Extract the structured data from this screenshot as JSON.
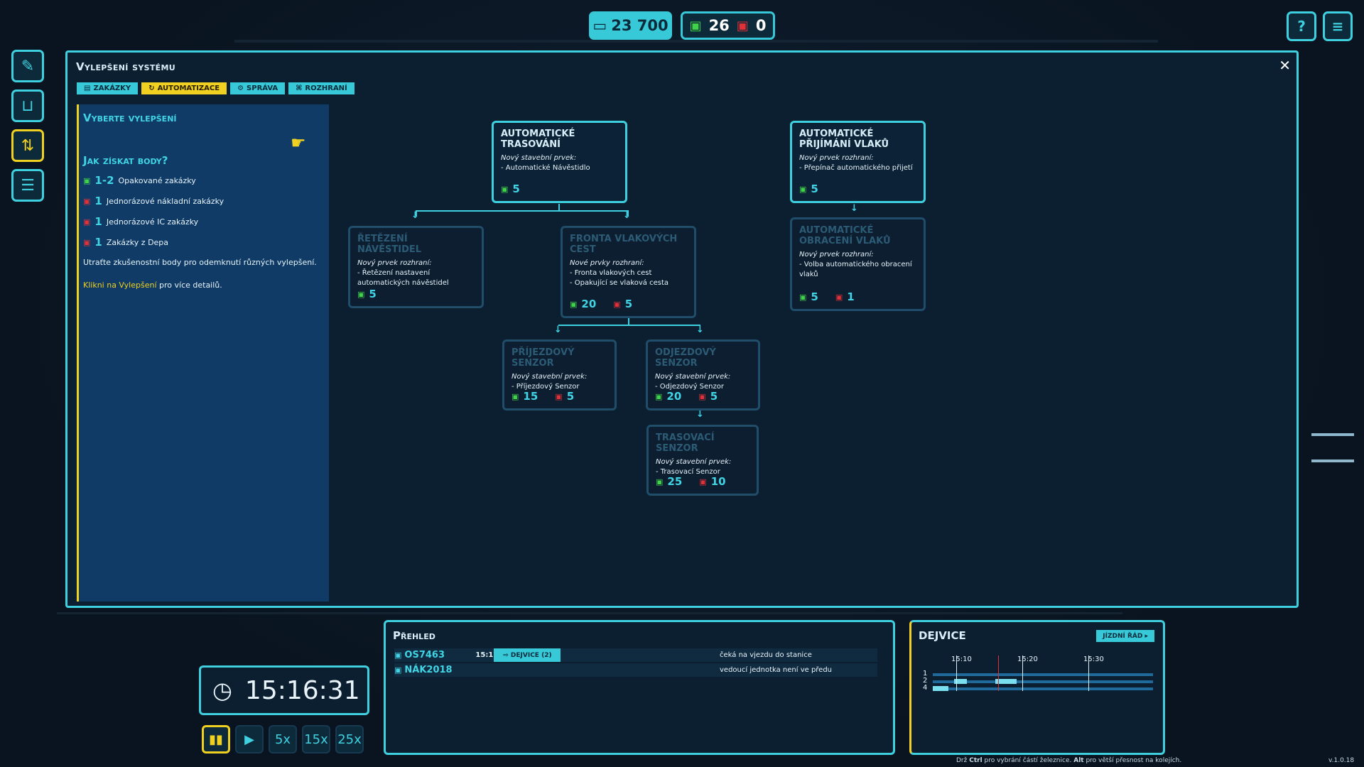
{
  "top": {
    "money": "23 700",
    "trains_green": "26",
    "trains_red": "0"
  },
  "top_buttons": [
    {
      "label": "?"
    },
    {
      "label": "≡"
    }
  ],
  "panel": {
    "title": "Vylepšení systému",
    "close": "✕",
    "tabs": [
      {
        "label": "Zakázky"
      },
      {
        "label": "Automatizace"
      },
      {
        "label": "Správa"
      },
      {
        "label": "Rozhraní"
      }
    ],
    "selected_tab": "Automatizace"
  },
  "info": {
    "heading": "Vyberte vylepšení",
    "subheading": "Jak získat body?",
    "rows": [
      {
        "num": "1-2",
        "text": "Opakované zakázky",
        "color": "green"
      },
      {
        "num": "1",
        "text": "Jednorázové nákladní zakázky",
        "color": "red"
      },
      {
        "num": "1",
        "text": "Jednorázové IC zakázky",
        "color": "red"
      },
      {
        "num": "1",
        "text": "Zakázky z Depa",
        "color": "red"
      }
    ],
    "spend_text": "Utraťte zkušenostní body pro odemknutí různých vylepšení.",
    "link_text": "Klikni na Vylepšení",
    "link_suffix": " pro více detailů."
  },
  "nodes": {
    "auto_tras": {
      "title": "Automatické trasování",
      "desc1": "Nový stavební prvek:",
      "desc2": "- Automatické Návěstidlo",
      "g": "5"
    },
    "auto_prij": {
      "title": "Automatické přijímání vlaků",
      "desc1": "Nový prvek rozhraní:",
      "desc2": "- Přepínač automatického přijetí",
      "g": "5"
    },
    "retezeni": {
      "title": "Řetězení návěstidel",
      "desc1": "Nový prvek rozhraní:",
      "desc2": "- Řetězení nastavení automatických návěstidel",
      "g": "5"
    },
    "fronta": {
      "title": "Fronta vlakových cest",
      "desc1": "Nové prvky rozhraní:",
      "desc2": "- Fronta vlakových cest",
      "desc3": "- Opakující se vlaková cesta",
      "g": "20",
      "r": "5"
    },
    "obraceni": {
      "title": "Automatické obracení vlaků",
      "desc1": "Nový prvek rozhraní:",
      "desc2": "- Volba automatického obracení vlaků",
      "g": "5",
      "r": "1"
    },
    "prijezd": {
      "title": "Příjezdový senzor",
      "desc1": "Nový stavební prvek:",
      "desc2": "- Příjezdový Senzor",
      "g": "15",
      "r": "5"
    },
    "odjezd": {
      "title": "Odjezdový senzor",
      "desc1": "Nový stavební prvek:",
      "desc2": "- Odjezdový Senzor",
      "g": "20",
      "r": "5"
    },
    "trasovaci": {
      "title": "Trasovací senzor",
      "desc1": "Nový stavební prvek:",
      "desc2": "- Trasovací Senzor",
      "g": "25",
      "r": "10"
    }
  },
  "clock": {
    "time": "15:16:31"
  },
  "speed": [
    {
      "label": "▮▮"
    },
    {
      "label": "▶"
    },
    {
      "label": "5x"
    },
    {
      "label": "15x"
    },
    {
      "label": "25x"
    }
  ],
  "overview": {
    "title": "Přehled",
    "rows": [
      {
        "name": "OS7463",
        "time": "15:17",
        "station": "Dejvice (2)",
        "msg": "čeká na vjezdu do stanice"
      },
      {
        "name": "NÁK2018",
        "time": "",
        "station": "",
        "msg": "vedoucí jednotka není ve předu"
      }
    ]
  },
  "station": {
    "title": "Dejvice",
    "schedule": "Jízdní řád",
    "times": [
      "15:10",
      "15:20",
      "15:30"
    ],
    "tracks": [
      "1",
      "2",
      "4"
    ]
  },
  "hint": {
    "pre": "Drž ",
    "k1": "Ctrl",
    "mid": " pro vybrání částí železnice. ",
    "k2": "Alt",
    "post": " pro větší přesnost na kolejích."
  },
  "version": "v.1.0.18",
  "colors": {
    "accent": "#3fd0e0",
    "highlight": "#f0d020",
    "green": "#3fd24a",
    "red": "#e03038"
  }
}
